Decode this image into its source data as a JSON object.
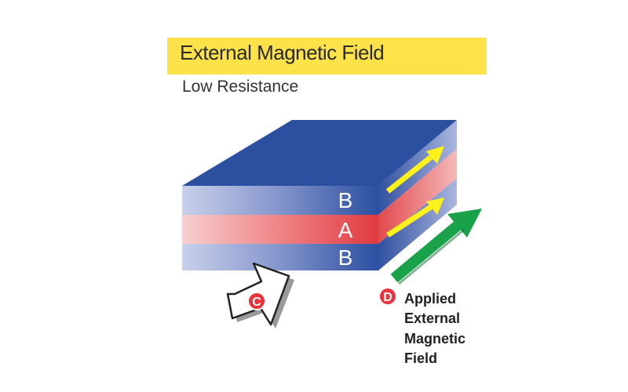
{
  "header": {
    "title": "External Magnetic Field",
    "state": "Low Resistance"
  },
  "layers": {
    "top": "B",
    "middle": "A",
    "bottom": "B"
  },
  "markers": {
    "c": "C",
    "d": "D"
  },
  "applied_field": {
    "line1": "Applied",
    "line2": "External",
    "line3": "Magnetic",
    "line4": "Field"
  },
  "colors": {
    "title_bar": "#fde24a",
    "layer_b": "#2c4fa0",
    "layer_a": "#e8454a",
    "magnetization_arrow": "#fff21a",
    "applied_field_arrow": "#1aa24a",
    "marker": "#e8343c"
  }
}
